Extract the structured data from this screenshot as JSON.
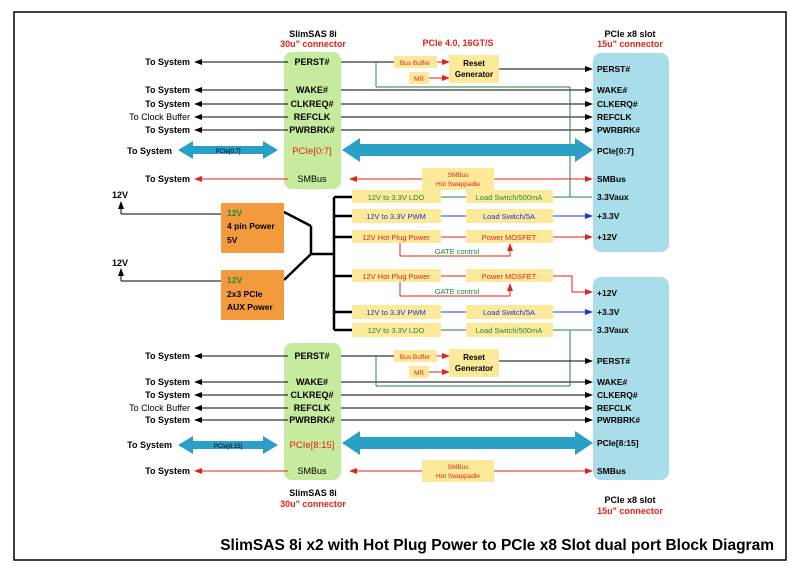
{
  "title": "SlimSAS 8i x2 with Hot Plug Power to PCIe x8 Slot dual port Block Diagram",
  "pcie_speed": "PCIe 4.0, 16GT/S",
  "top_connector": {
    "name": "SlimSAS 8i",
    "spec": "30u\" connector",
    "signals": [
      "PERST#",
      "WAKE#",
      "CLKREQ#",
      "REFCLK",
      "PWRBRK#",
      "PCIe[0:7]",
      "SMBus"
    ]
  },
  "bottom_connector": {
    "name": "SlimSAS 8i",
    "spec": "30u\" connector",
    "signals": [
      "PERST#",
      "WAKE#",
      "CLKREQ#",
      "REFCLK",
      "PWRBRK#",
      "PCIe[8:15]",
      "SMBus"
    ]
  },
  "top_slot": {
    "name": "PCIe x8 slot",
    "spec": "15u\" connector",
    "pins": [
      "PERST#",
      "WAKE#",
      "CLKERQ#",
      "REFCLK",
      "PWRBRK#",
      "PCIe[0:7]",
      "SMBus",
      "3.3Vaux",
      "+3.3V",
      "+12V"
    ]
  },
  "bottom_slot": {
    "name": "PCIe x8 slot",
    "spec": "15u\" connector",
    "pins": [
      "+12V",
      "+3.3V",
      "3.3Vaux",
      "PERST#",
      "WAKE#",
      "CLKERQ#",
      "REFCLK",
      "PWRBRK#",
      "PCIe[8:15]",
      "SMBus"
    ]
  },
  "left_top": [
    "To System",
    "To System",
    "To System",
    "To Clock Buffer",
    "To System",
    "To System",
    "To System"
  ],
  "left_bottom": [
    "To System",
    "To System",
    "To System",
    "To Clock Buffer",
    "To System",
    "To System",
    "To System"
  ],
  "lane_label_top": "PCIe[0:7]",
  "lane_label_bottom": "PCIe[8:15]",
  "power_in": {
    "v12_a": "12V",
    "v12_b": "12V",
    "box1": [
      "12V",
      "4 pin Power",
      "5V"
    ],
    "box2": [
      "12V",
      "2x3 PCIe",
      "AUX Power"
    ]
  },
  "blocks": {
    "bus_buffer": "Bus Buffer",
    "mr": "MR",
    "reset_generator": [
      "Reset",
      "Generator"
    ],
    "smbus_hot": [
      "SMBus",
      "Hot Swappadle"
    ],
    "ldo": "12V to 3.3V LDO",
    "load_switch_500": "Load Switch/500mA",
    "pwm": "12V to 3.3V PWM",
    "load_switch_5a": "Load Switch/5A",
    "hot_plug": "12V Hot Plug Power",
    "mosfet": "Power MOSFET",
    "gate": "GATE control"
  },
  "colors": {
    "connector_fill": "#c6eb9f",
    "slot_fill": "#a8dde9",
    "block_fill": "#fde99a",
    "power_fill": "#f29a3c",
    "red": "#e2231a",
    "green": "#1d8a3a",
    "blue": "#1f33d6",
    "bus": "#2aa0c6"
  }
}
